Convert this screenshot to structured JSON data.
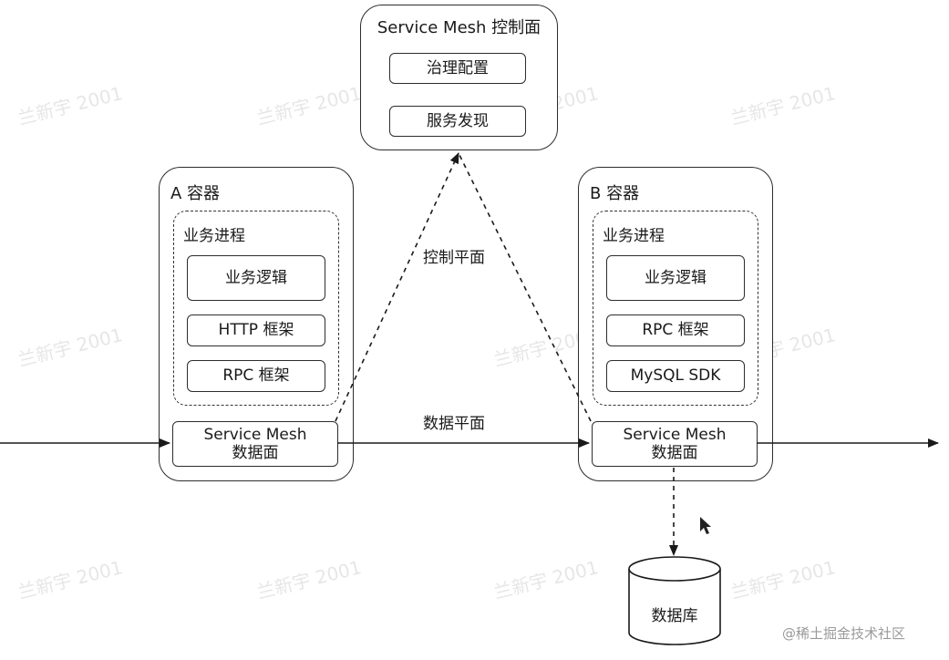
{
  "control_plane": {
    "title": "Service Mesh 控制面",
    "items": [
      "治理配置",
      "服务发现"
    ]
  },
  "container_a": {
    "title": "A 容器",
    "process_label": "业务进程",
    "items": [
      "业务逻辑",
      "HTTP 框架",
      "RPC 框架"
    ],
    "sidecar_line1": "Service Mesh",
    "sidecar_line2": "数据面"
  },
  "container_b": {
    "title": "B 容器",
    "process_label": "业务进程",
    "items": [
      "业务逻辑",
      "RPC 框架",
      "MySQL SDK"
    ],
    "sidecar_line1": "Service Mesh",
    "sidecar_line2": "数据面"
  },
  "edges": {
    "control_plane_label": "控制平面",
    "data_plane_label": "数据平面"
  },
  "database": {
    "label": "数据库"
  },
  "watermark": {
    "text": "兰新宇 2001"
  },
  "site_watermark": {
    "text": "@稀土掘金技术社区"
  }
}
